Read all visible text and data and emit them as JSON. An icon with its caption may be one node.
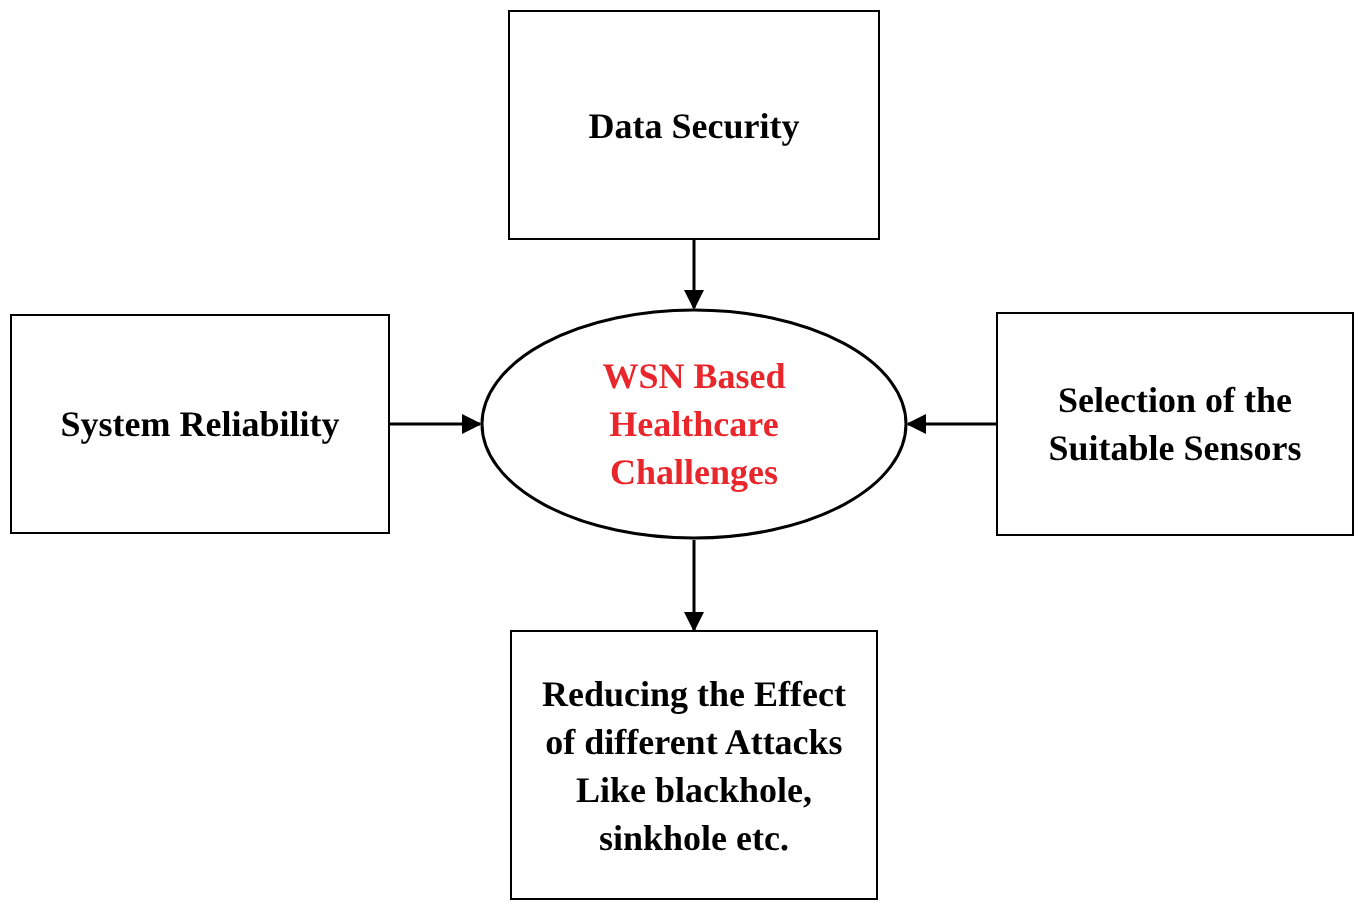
{
  "diagram": {
    "nodes": [
      {
        "text": [
          "Data Security"
        ]
      },
      {
        "text": [
          "System Reliability"
        ]
      },
      {
        "text": [
          "WSN Based Healthcare Challenges"
        ]
      },
      {
        "text": [
          "Selection of the Suitable Sensors"
        ]
      },
      {
        "text": [
          "Reducing the Effect of different Attacks Like blackhole, sinkhole etc."
        ]
      }
    ],
    "edges": [
      {
        "from": 0,
        "to": 2,
        "arrow": "to"
      },
      {
        "from": 1,
        "to": 2,
        "arrow": "to"
      },
      {
        "from": 3,
        "to": 2,
        "arrow": "to"
      },
      {
        "from": 2,
        "to": 4,
        "arrow": "to"
      }
    ]
  }
}
